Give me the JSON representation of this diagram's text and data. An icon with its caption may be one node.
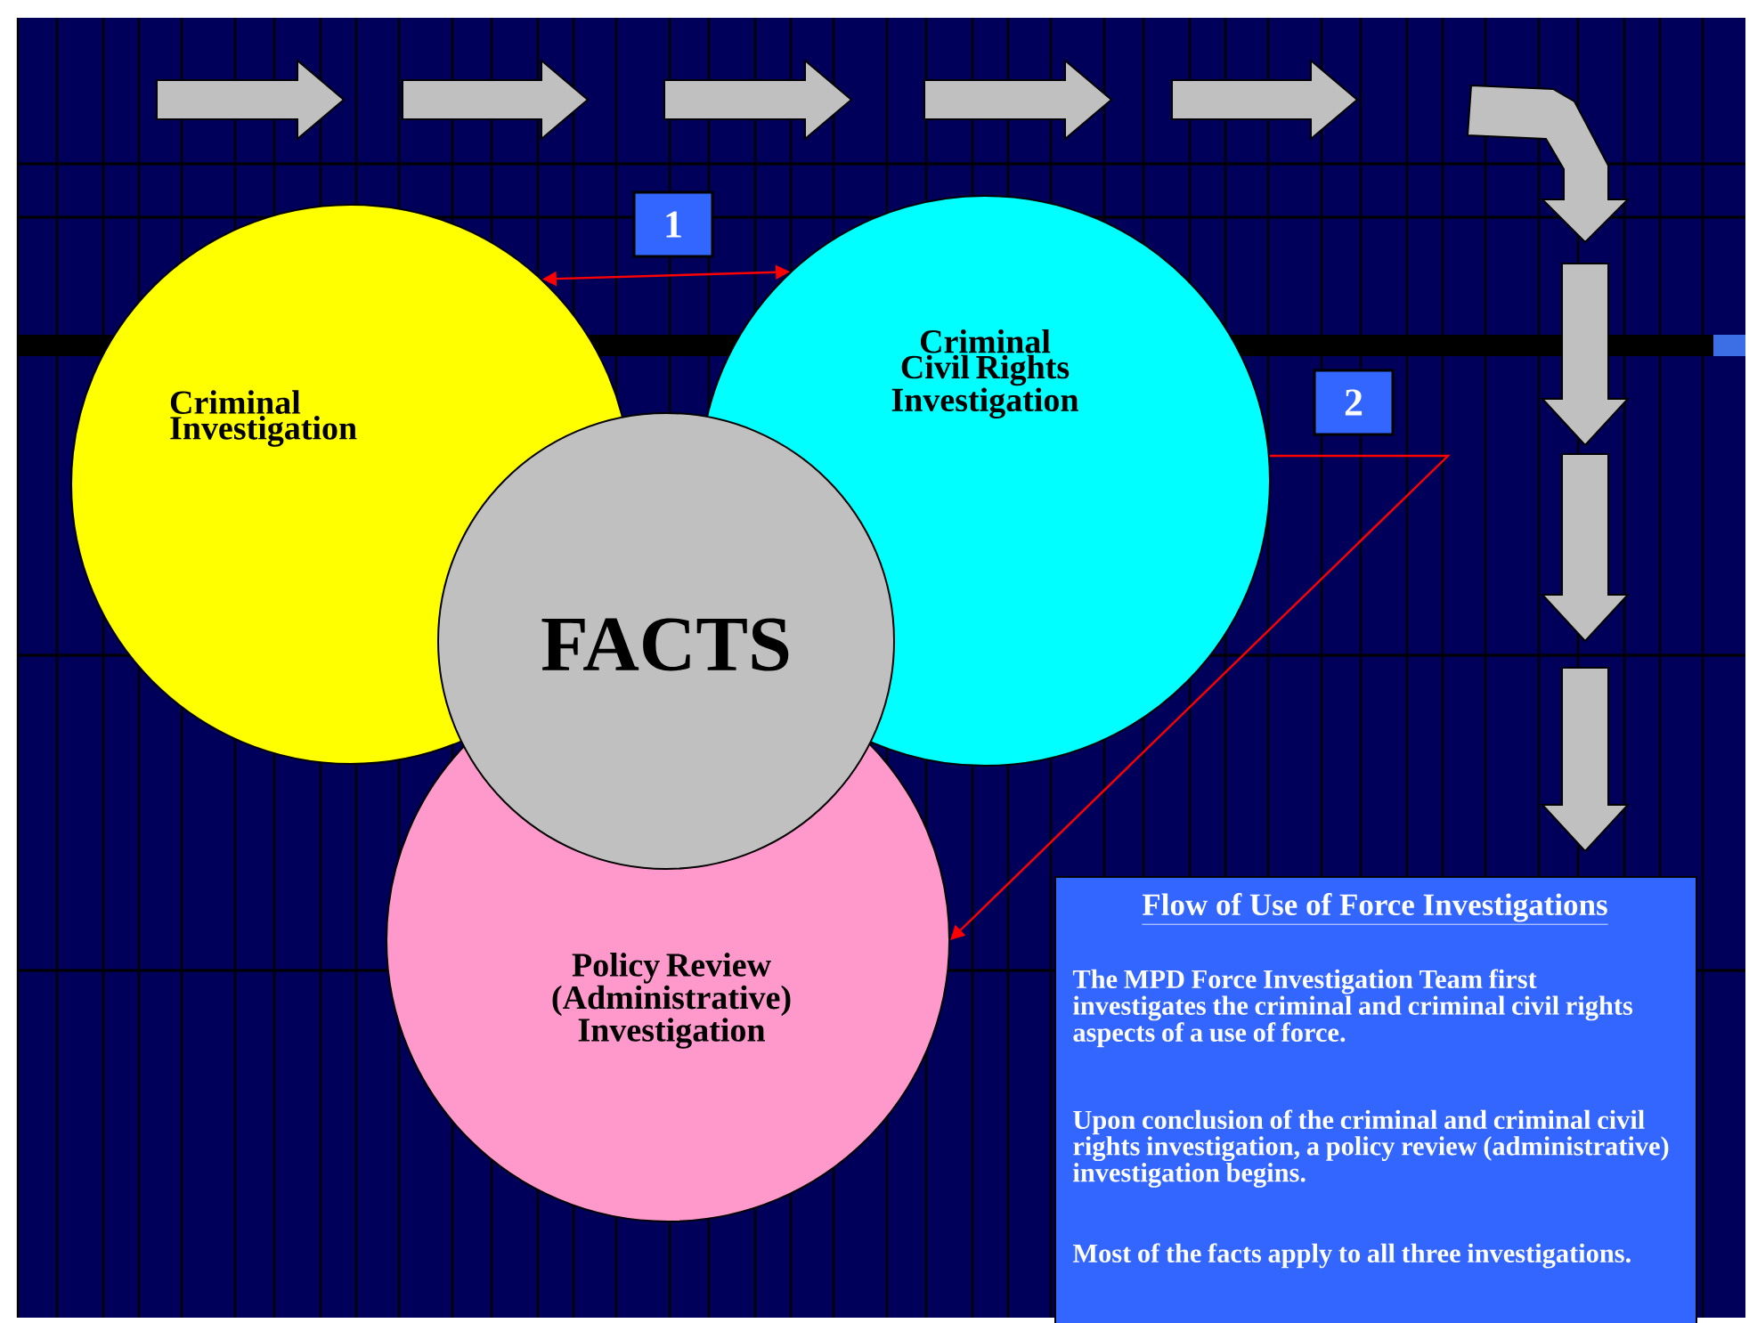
{
  "diagram": {
    "nodes": [
      {
        "text": [
          "Criminal Investigation"
        ]
      },
      {
        "text": [
          "Criminal Civil Rights Investigation"
        ]
      },
      {
        "text": [
          "FACTS"
        ]
      },
      {
        "text": [
          "Policy Review (Administrative) Investigation"
        ]
      },
      {
        "text": [
          "1"
        ]
      },
      {
        "text": [
          "2"
        ]
      },
      {
        "text": [
          "Flow of Use of Force Investigations",
          "The MPD Force Investigation Team first investigates the criminal and criminal civil rights aspects of a use of force.",
          "Upon conclusion of the criminal and criminal civil rights investigation, a policy review (administrative) investigation begins.",
          "Most of the facts apply to all three investigations."
        ]
      }
    ],
    "edges": [
      {
        "from": 0,
        "to": 1,
        "arrow": "both",
        "color": "#ff0000"
      },
      {
        "from": 1,
        "to": 3,
        "arrow": "to",
        "color": "#ff0000"
      }
    ]
  }
}
